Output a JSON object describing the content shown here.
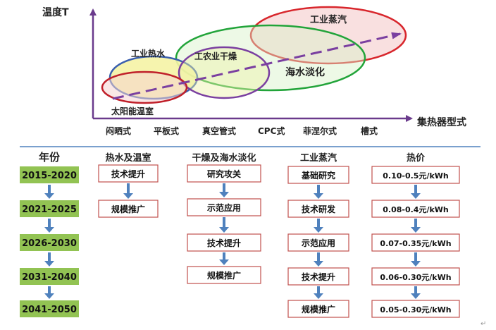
{
  "top_chart": {
    "y_axis_label": "温度T",
    "x_axis_label": "集热器型式",
    "collector_types": [
      "闷晒式",
      "平板式",
      "真空管式",
      "CPC式",
      "菲涅尔式",
      "槽式"
    ],
    "applications": [
      {
        "label": "太阳能温室",
        "color": "#c0202a"
      },
      {
        "label": "工业热水",
        "color": "#3a5fae"
      },
      {
        "label": "工农业干燥",
        "color": "#7a3fa0"
      },
      {
        "label": "海水淡化",
        "color": "#22a43a"
      },
      {
        "label": "工业蒸汽",
        "color": "#d8262c"
      }
    ],
    "trend_color": "#7a3fa0"
  },
  "roadmap": {
    "headers": [
      "年份",
      "热水及温室",
      "干燥及海水淡化",
      "工业蒸汽",
      "热价"
    ],
    "years": [
      "2015-2020",
      "2021-2025",
      "2026-2030",
      "2031-2040",
      "2041-2050"
    ],
    "hot_water_greenhouse": [
      "技术提升",
      "规模推广"
    ],
    "drying_desalination": [
      "研究攻关",
      "示范应用",
      "技术提升",
      "规模推广"
    ],
    "industrial_steam": [
      "基础研究",
      "技术研发",
      "示范应用",
      "技术提升",
      "规模推广"
    ],
    "heat_price": [
      "0.10-0.5元/kWh",
      "0.08-0.4元/kWh",
      "0.07-0.35元/kWh",
      "0.06-0.30元/kWh",
      "0.05-0.30元/kWh"
    ]
  },
  "colors": {
    "year_box_fill": "#92c353",
    "stage_box_border": "#c0504d",
    "arrow": "#4f81bd",
    "axis": "#6a3a8c",
    "divider": "#4f81bd"
  }
}
